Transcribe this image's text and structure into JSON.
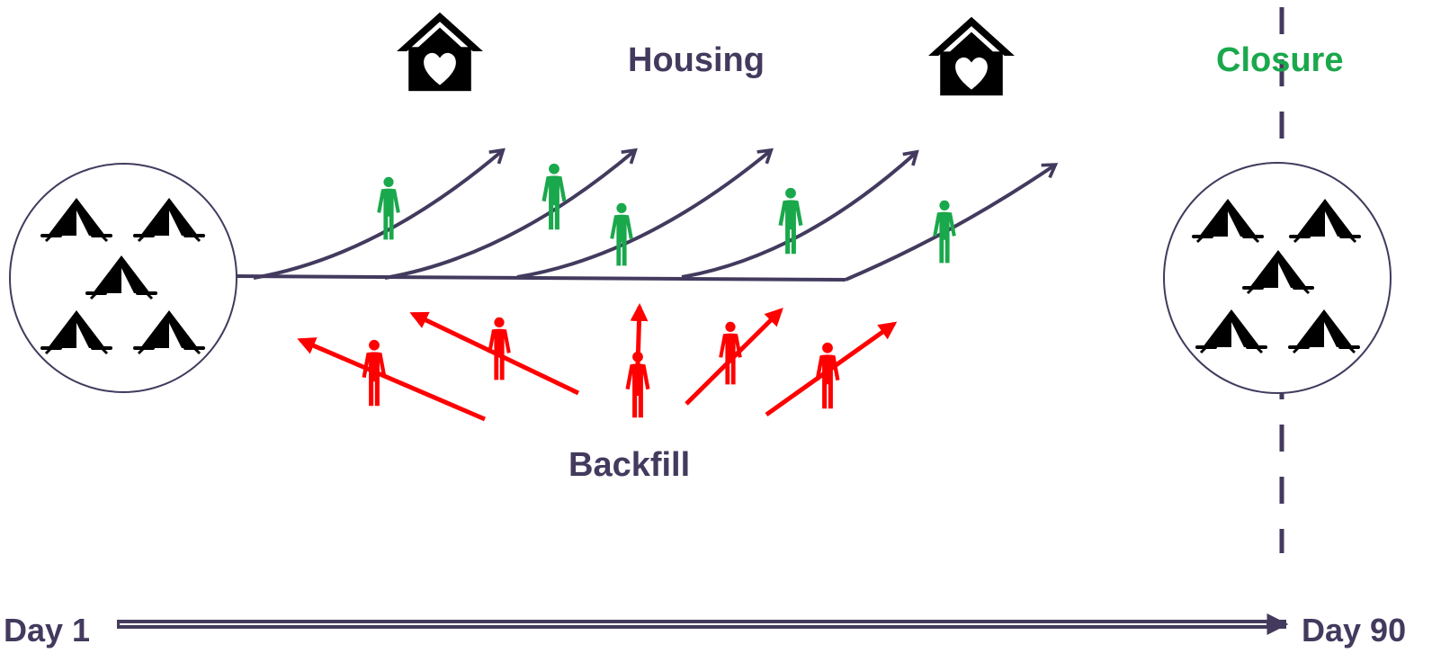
{
  "labels": {
    "housing": "Housing",
    "backfill": "Backfill",
    "closure": "Closure",
    "day_start": "Day 1",
    "day_end": "Day 90"
  },
  "colors": {
    "primary": "#433a5e",
    "housed": "#1aa84c",
    "backfill": "#ff0000",
    "closure": "#1aa84c",
    "icon": "#000000"
  },
  "icons": {
    "house": "house-heart-icon",
    "tent": "tent-icon",
    "person": "person-icon"
  },
  "encampments": [
    {
      "name": "start-encampment",
      "tent_count": 5
    },
    {
      "name": "end-encampment",
      "tent_count": 5
    }
  ],
  "housed_people_count": 5,
  "backfill_people_count": 5
}
